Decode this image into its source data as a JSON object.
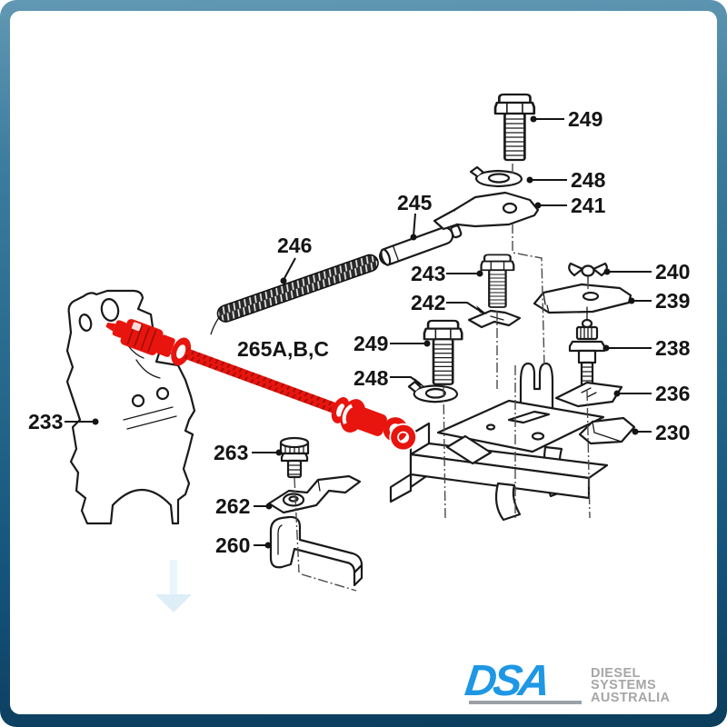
{
  "diagram": {
    "highlight_color": "#e8140e",
    "line_color": "#1a1a1a",
    "parts": [
      {
        "id": "249-top",
        "label": "249"
      },
      {
        "id": "248-top",
        "label": "248"
      },
      {
        "id": "241",
        "label": "241"
      },
      {
        "id": "245",
        "label": "245"
      },
      {
        "id": "246",
        "label": "246"
      },
      {
        "id": "243",
        "label": "243"
      },
      {
        "id": "242",
        "label": "242"
      },
      {
        "id": "240",
        "label": "240"
      },
      {
        "id": "239",
        "label": "239"
      },
      {
        "id": "238",
        "label": "238"
      },
      {
        "id": "236",
        "label": "236"
      },
      {
        "id": "230",
        "label": "230"
      },
      {
        "id": "233",
        "label": "233"
      },
      {
        "id": "249-mid",
        "label": "249"
      },
      {
        "id": "248-mid",
        "label": "248"
      },
      {
        "id": "263",
        "label": "263"
      },
      {
        "id": "262",
        "label": "262"
      },
      {
        "id": "260",
        "label": "260"
      },
      {
        "id": "265",
        "label": "265A,B,C"
      }
    ]
  },
  "frame": {
    "top_color": "#6298b3",
    "bottom_color": "#0c3d5c"
  },
  "logo": {
    "abbr": "DSA",
    "lines": [
      "DIESEL",
      "SYSTEMS",
      "AUSTRALIA"
    ],
    "blue": "#1e97e4",
    "gray": "#a6a6a6",
    "underline_gray": "#9ba1a6"
  }
}
